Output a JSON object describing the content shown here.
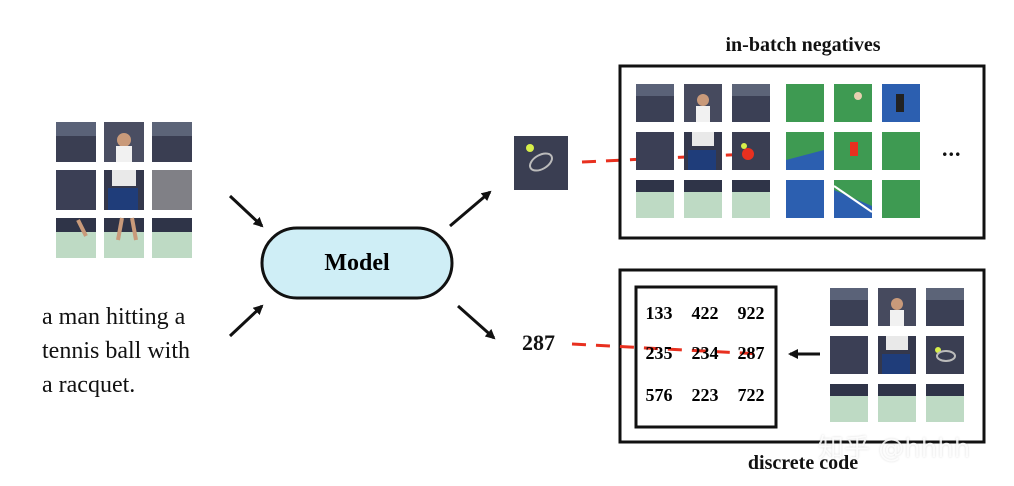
{
  "caption_lines": [
    "a man hitting a",
    "tennis ball with",
    "a racquet."
  ],
  "model_label": "Model",
  "top_box_title": "in-batch negatives",
  "bottom_box_title": "discrete code",
  "code_value": "287",
  "code_grid": [
    [
      "133",
      "422",
      "922"
    ],
    [
      "235",
      "234",
      "287"
    ],
    [
      "576",
      "223",
      "722"
    ]
  ],
  "ellipsis": "...",
  "watermark": "知乎 @hhhh",
  "colors": {
    "model_fill": "#cfeef6",
    "dash": "#e8301f",
    "court_green": "#3e9a52",
    "court_blue": "#2c5fb0",
    "tile_dark": "#3a3e52"
  }
}
